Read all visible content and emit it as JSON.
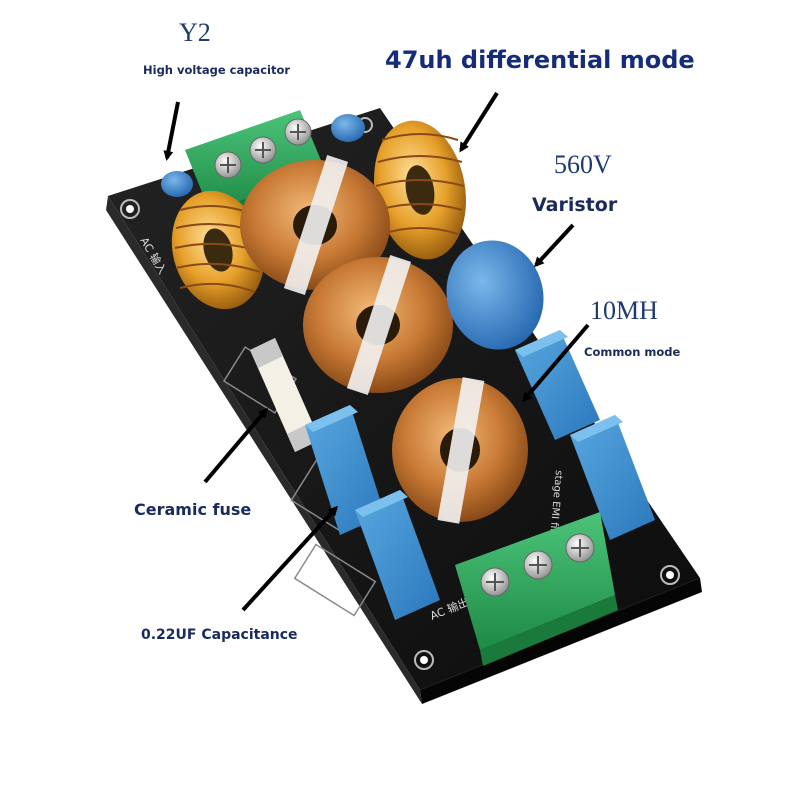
{
  "labels": {
    "y2_title": "Y2",
    "y2_subtitle": "High voltage capacitor",
    "differential_title": "47uh differential mode",
    "varistor_value": "560V",
    "varistor_name": "Varistor",
    "common_mode_value": "10MH",
    "common_mode_name": "Common mode",
    "fuse_name": "Ceramic fuse",
    "capacitance_name": "0.22UF Capacitance"
  },
  "board_silkscreen": {
    "input": "AC 输入",
    "output": "AC 输出",
    "emi": "stage EMI filter"
  },
  "colors": {
    "pcb": "#151515",
    "copper": "#c87a35",
    "ferrite_core": "#e7a02a",
    "x2_capacitor": "#3c8fd0",
    "terminal_block": "#2aa85a",
    "label_text": "#1f3a73"
  }
}
